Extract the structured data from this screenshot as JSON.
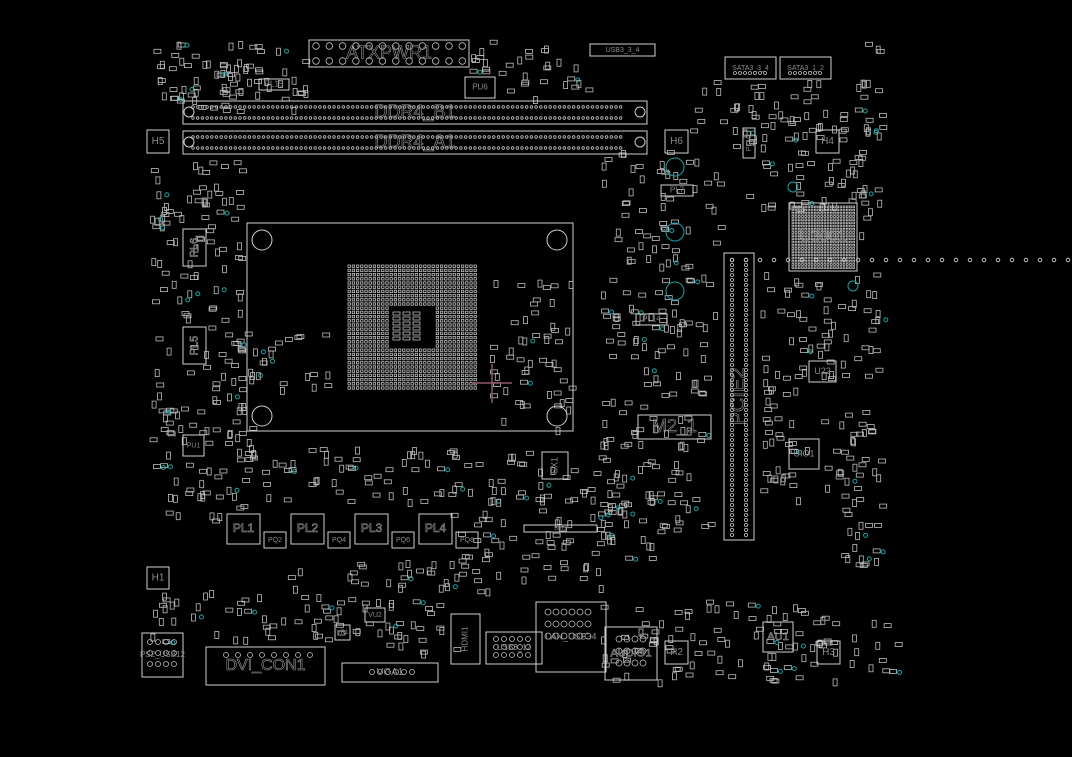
{
  "view": "pcb-board-view",
  "colors": {
    "background": "#000000",
    "outline": "#cfcfcf",
    "test_point": "#17a2a2",
    "cursor": "#8c5a66"
  },
  "components": {
    "atxpwr": "ATXPWR1",
    "ddr_b": "DDR4_B1",
    "ddr_a": "DDR4_A1",
    "pch": "U3001",
    "pcie": "PCIE2",
    "m2": "M2_1",
    "u22": "U22",
    "uio1": "UIO1",
    "au1": "AU1",
    "audio": "AUDIO1",
    "lan": "LAN_USB34",
    "usb3": "USB3_12",
    "hdmi": "HDMI1",
    "vga": "VGA1",
    "dvi": "DVI_CON1",
    "ps2": "PS2_USB12",
    "pl1": "PL1",
    "pl2": "PL2",
    "pl3": "PL3",
    "pl4": "PL4",
    "pl5": "PL5",
    "pl6": "PL6",
    "pl7": "PL7",
    "pl10": "PL10",
    "pl14": "PL14",
    "pl15": "PL15",
    "pu1": "PU1",
    "pu6": "PU6",
    "bat": "BAT1",
    "sx1": "SX1",
    "h1": "H1",
    "h2": "H2",
    "h3": "H3",
    "h4": "H4",
    "h5": "H5",
    "h6": "H6",
    "sata34": "SATA3_3_4",
    "sata12": "SATA3_1_2",
    "usb3hdr": "USB3_3_4",
    "vu2": "VU2",
    "vr1": "VR1",
    "pq2": "PQ2",
    "pq4": "PQ4",
    "pq6": "PQ6",
    "pq8": "PQ8"
  }
}
